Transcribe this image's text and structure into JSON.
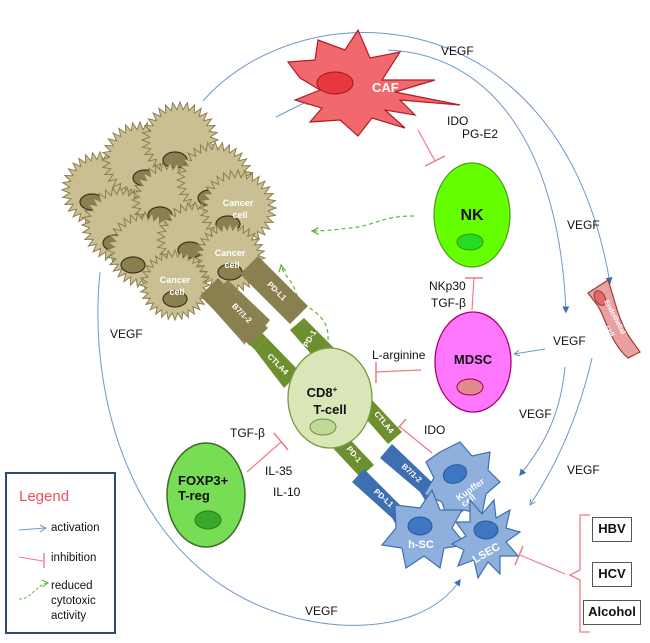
{
  "diagram": {
    "cells": {
      "caf": {
        "label": "CAF",
        "color": "#f2696d"
      },
      "nk": {
        "label": "NK",
        "color": "#66ff00"
      },
      "mdsc": {
        "label": "MDSC",
        "color": "#ff77ff"
      },
      "cd8": {
        "label_line1": "CD8",
        "label_sup": "+",
        "label_line2": "T-cell",
        "color": "#d8e6b8"
      },
      "treg": {
        "label_line1": "FOXP3+",
        "label_line2": "T-reg",
        "color": "#77dd55"
      },
      "endothelial": {
        "label_line1": "Endothelial",
        "label_line2": "cell",
        "color": "#e8a0a0"
      },
      "cancer": {
        "label_line1": "Cancer",
        "label_line2": "cell",
        "color": "#c9bf93"
      },
      "kupffer": {
        "label_line1": "Kupffer",
        "label_line2": "cell",
        "color": "#8fb0dd"
      },
      "hsc": {
        "label": "h-SC",
        "color": "#8fb0dd"
      },
      "lsec": {
        "label": "LSEC",
        "color": "#8fb0dd"
      }
    },
    "receptors": {
      "cancer_b7": "B7/1-2",
      "cancer_pdl1": "PD-L1",
      "tcell_ctla4_up": "CTLA4",
      "tcell_pd1_up": "PD-1",
      "tcell_ctla4_down": "CTLA4",
      "tcell_pd1_down": "PD-1",
      "liver_b7": "B7/1-2",
      "liver_pdl1": "PD-L1"
    },
    "mediators": {
      "vegf_top": "VEGF",
      "ido_caf": "IDO",
      "pge2": "PG-E2",
      "vegf_right_mid": "VEGF",
      "nkp30": "NKp30",
      "tgfb_mdsc": "TGF-β",
      "l_arginine": "L-arginine",
      "vegf_mdsc": "VEGF",
      "vegf_lower1": "VEGF",
      "vegf_lower2": "VEGF",
      "ido_liver": "IDO",
      "tgfb_treg": "TGF-β",
      "il35": "IL-35",
      "il10": "IL-10",
      "vegf_left": "VEGF",
      "vegf_bottom": "VEGF"
    },
    "risk_factors": [
      "HBV",
      "HCV",
      "Alcohol"
    ],
    "colors": {
      "activation": "#6f98cc",
      "inhibition": "#f07a85",
      "reduced_cytotoxic": "#5fb83a"
    }
  },
  "legend": {
    "title": "Legend",
    "items": [
      {
        "label": "activation"
      },
      {
        "label": "inhibition"
      },
      {
        "label_line1": "reduced",
        "label_line2": "cytotoxic",
        "label_line3": "activity"
      }
    ]
  }
}
